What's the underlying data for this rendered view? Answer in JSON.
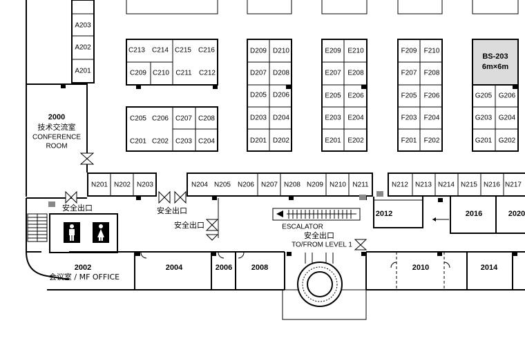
{
  "columns": {
    "A": [
      "A203",
      "A202",
      "A201"
    ],
    "C_upper": [
      [
        "C213",
        "C214",
        "C215",
        "C216"
      ],
      [
        "C209",
        "C210",
        "C211",
        "C212"
      ]
    ],
    "C_lower": [
      [
        "C205",
        "C206",
        "C207",
        "C208"
      ],
      [
        "C201",
        "C202",
        "C203",
        "C204"
      ]
    ],
    "D": [
      [
        "D209",
        "D210"
      ],
      [
        "D207",
        "D208"
      ],
      [
        "D205",
        "D206"
      ],
      [
        "D203",
        "D204"
      ],
      [
        "D201",
        "D202"
      ]
    ],
    "E": [
      [
        "E209",
        "E210"
      ],
      [
        "E207",
        "E208"
      ],
      [
        "E205",
        "E206"
      ],
      [
        "E203",
        "E204"
      ],
      [
        "E201",
        "E202"
      ]
    ],
    "F": [
      [
        "F209",
        "F210"
      ],
      [
        "F207",
        "F208"
      ],
      [
        "F205",
        "F206"
      ],
      [
        "F203",
        "F204"
      ],
      [
        "F201",
        "F202"
      ]
    ],
    "G": [
      [
        "G205",
        "G206"
      ],
      [
        "G203",
        "G204"
      ],
      [
        "G201",
        "G202"
      ]
    ]
  },
  "bs_booth": {
    "name": "BS-203",
    "size": "6m×6m"
  },
  "n_row_left": [
    "N201",
    "N202",
    "N203"
  ],
  "n_row_mid": [
    "N204",
    "N205",
    "N206",
    "N207",
    "N208",
    "N209",
    "N210",
    "N211"
  ],
  "n_row_right": [
    "N212",
    "N213",
    "N214",
    "N215",
    "N216",
    "N217"
  ],
  "rooms": {
    "r2000": {
      "number": "2000",
      "cn": "技术交流室",
      "en1": "CONFERENCE",
      "en2": "ROOM"
    },
    "r2002": {
      "number": "2002",
      "sub": "会议室 / MF OFFICE"
    },
    "r2004": "2004",
    "r2006": "2006",
    "r2008": "2008",
    "r2010": "2010",
    "r2012": "2012",
    "r2014": "2014",
    "r2016": "2016",
    "r2020": "2020"
  },
  "exits": {
    "label": "安全出口"
  },
  "escalator": {
    "label": "ESCALATOR",
    "to_level": "TO/FROM LEVEL 1"
  },
  "icons": [
    "restroom-male-icon",
    "restroom-female-icon",
    "door-icon",
    "stair-icon"
  ]
}
